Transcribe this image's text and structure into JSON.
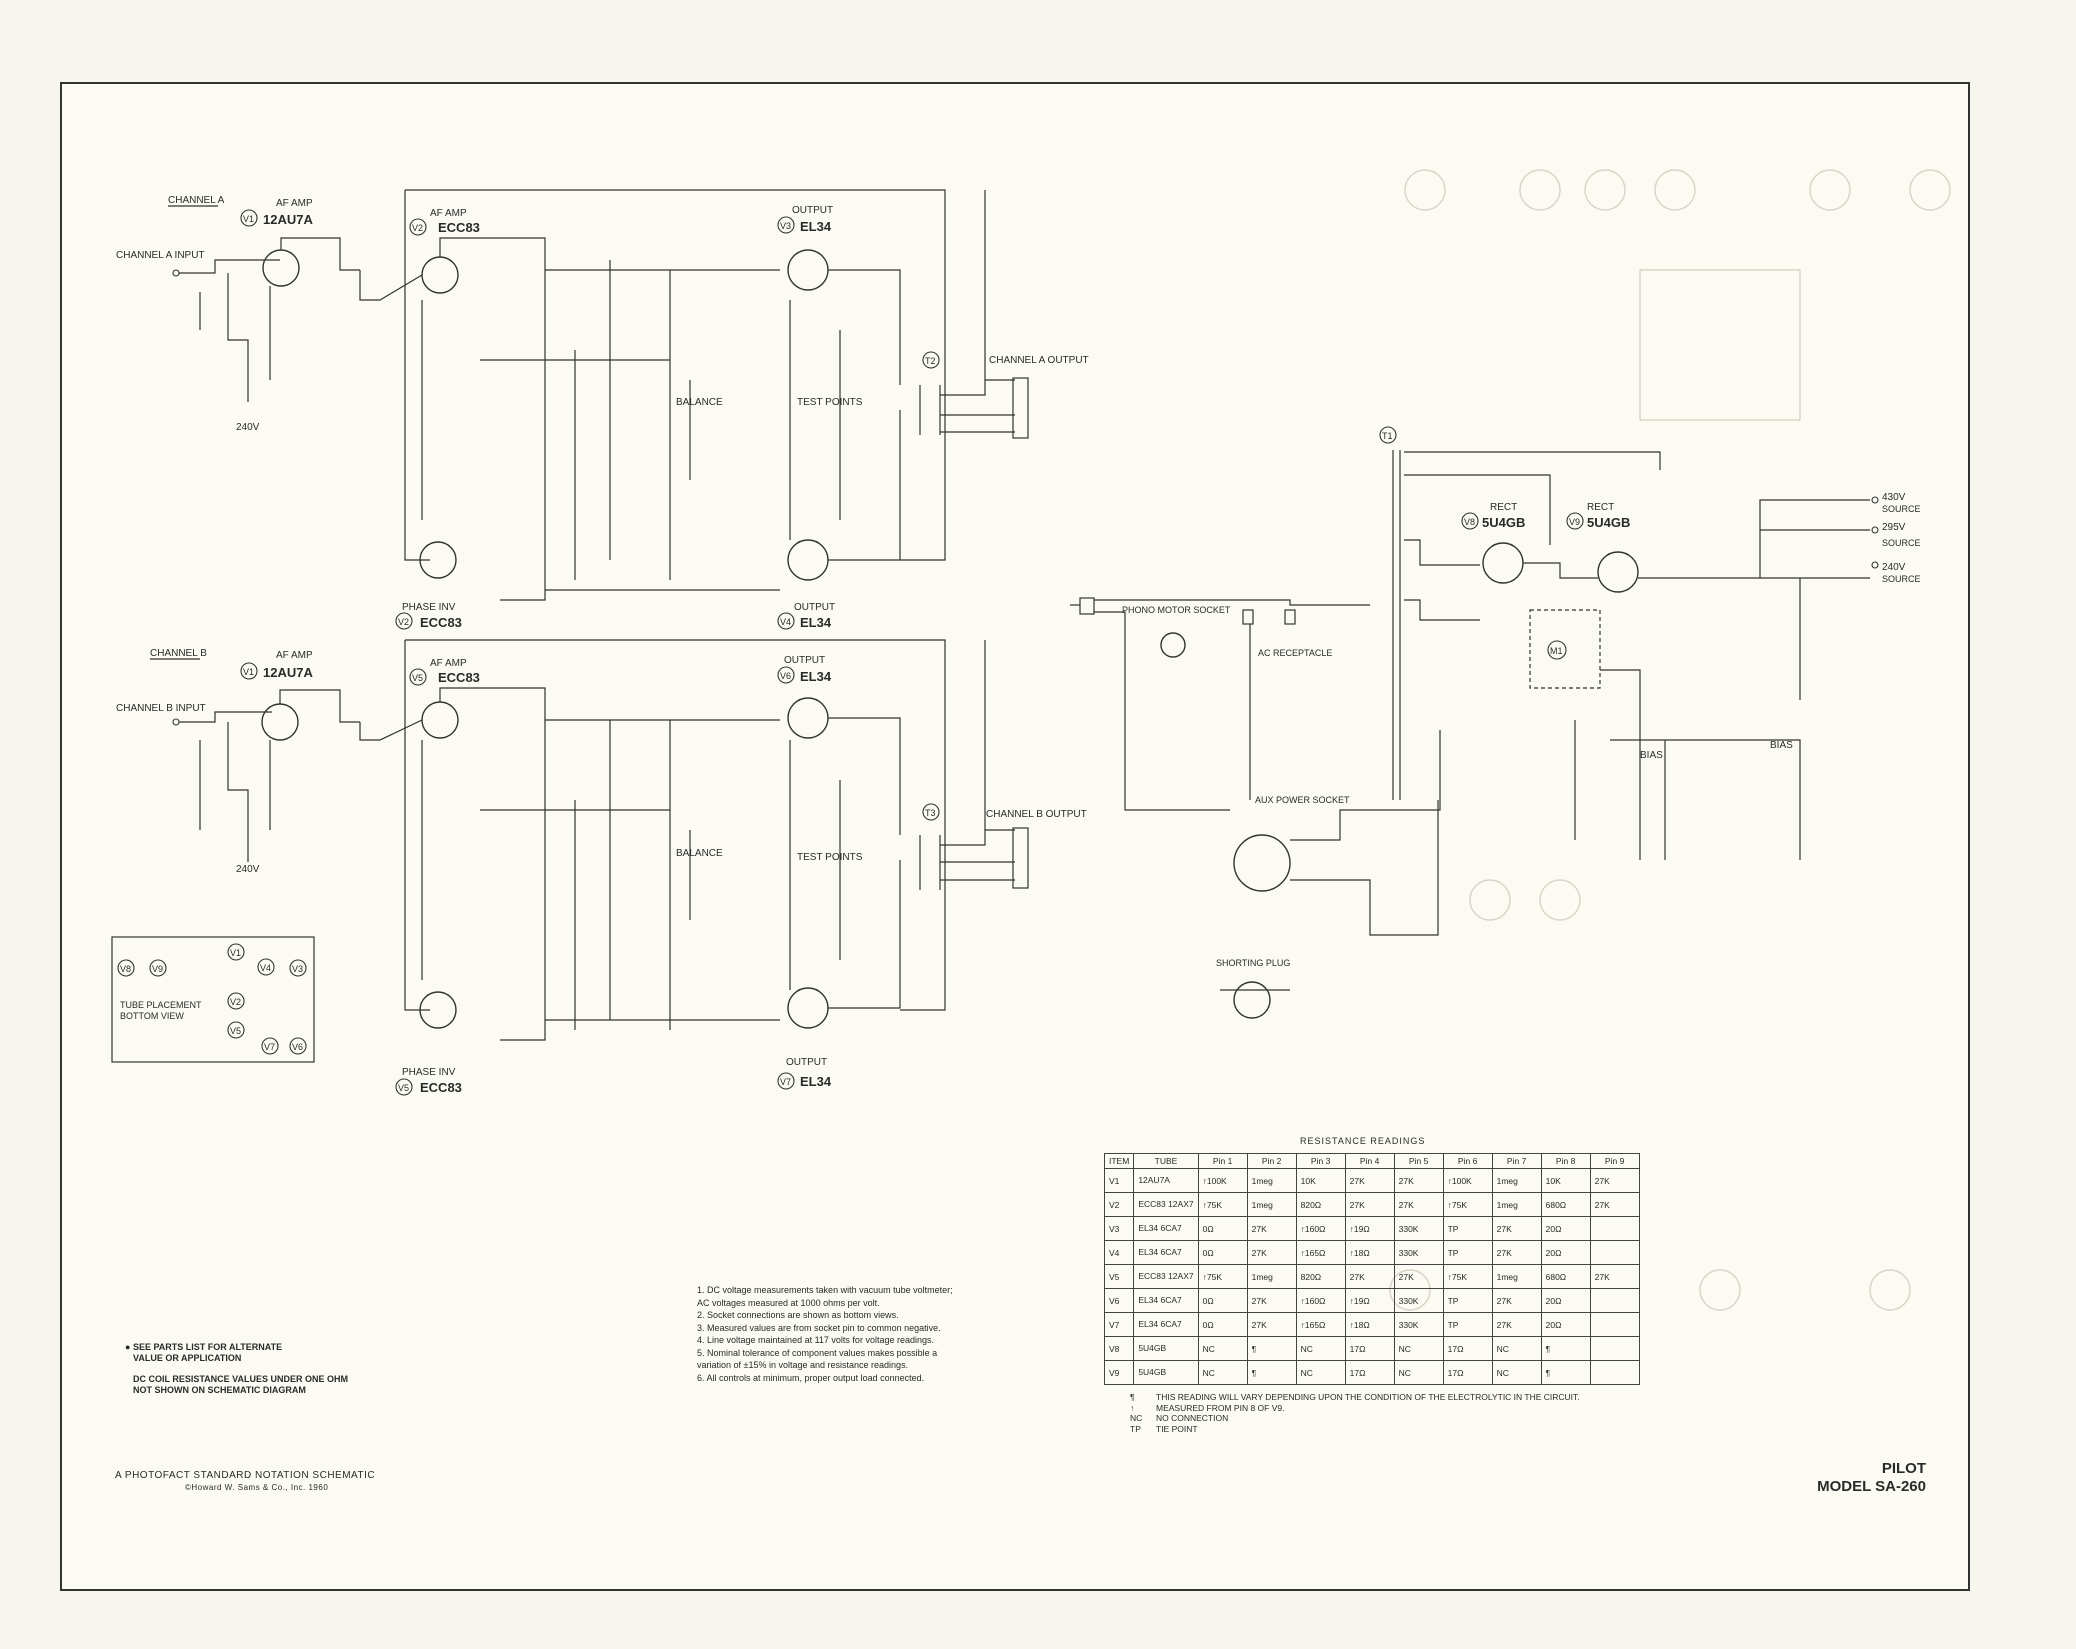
{
  "labels": {
    "channel_a": "CHANNEL A",
    "channel_b": "CHANNEL B",
    "channel_a_input": "CHANNEL A INPUT",
    "channel_b_input": "CHANNEL B INPUT",
    "channel_a_output": "CHANNEL A OUTPUT",
    "channel_b_output": "CHANNEL B OUTPUT",
    "af_amp": "AF AMP",
    "phase_inv": "PHASE INV",
    "output": "OUTPUT",
    "balance": "BALANCE",
    "test_points": "TEST POINTS",
    "rect": "RECT",
    "phono_motor_socket": "PHONO MOTOR SOCKET",
    "ac_receptacle": "AC RECEPTACLE",
    "aux_power_socket": "AUX POWER SOCKET",
    "shorting_plug": "SHORTING PLUG",
    "bias": "BIAS",
    "tube_placement": "TUBE PLACEMENT",
    "bottom_view": "BOTTOM VIEW"
  },
  "tubes": {
    "v1": "12AU7A",
    "v2": "ECC83",
    "v3": "EL34",
    "v4": "EL34",
    "v5": "ECC83",
    "v6": "EL34",
    "v7": "EL34",
    "v8": "5U4GB",
    "v9": "5U4GB"
  },
  "sources": [
    {
      "voltage": "430V",
      "label": "SOURCE"
    },
    {
      "voltage": "295V",
      "label": "SOURCE"
    },
    {
      "voltage": "240V",
      "label": "SOURCE"
    }
  ],
  "tube_placement": [
    "V8",
    "V9",
    "V1",
    "V4",
    "V3",
    "V2",
    "V5",
    "V7",
    "V6"
  ],
  "notes": [
    "1.  DC voltage measurements taken with vacuum tube voltmeter;",
    "     AC voltages measured at 1000 ohms per volt.",
    "2.  Socket connections are shown as bottom views.",
    "3.  Measured values are from socket pin to common negative.",
    "4.  Line voltage maintained at 117 volts for voltage readings.",
    "5.  Nominal tolerance of component values makes possible a",
    "     variation of ±15% in voltage and resistance readings.",
    "6.  All controls at minimum, proper output load connected."
  ],
  "parts_note": {
    "line1": "SEE PARTS LIST FOR ALTERNATE",
    "line2": "VALUE OR APPLICATION",
    "line3": "DC COIL RESISTANCE VALUES UNDER ONE OHM",
    "line4": "NOT SHOWN ON SCHEMATIC DIAGRAM"
  },
  "footer": {
    "title": "A PHOTOFACT STANDARD NOTATION SCHEMATIC",
    "copyright": "©Howard W. Sams & Co., Inc. 1960"
  },
  "model": {
    "brand": "PILOT",
    "name": "MODEL SA-260"
  },
  "resistance": {
    "title": "RESISTANCE READINGS",
    "headers": [
      "ITEM",
      "TUBE",
      "Pin 1",
      "Pin 2",
      "Pin 3",
      "Pin 4",
      "Pin 5",
      "Pin 6",
      "Pin 7",
      "Pin 8",
      "Pin 9"
    ],
    "rows": [
      [
        "V1",
        "12AU7A",
        "↑100K",
        "1meg",
        "10K",
        "27K",
        "27K",
        "↑100K",
        "1meg",
        "10K",
        "27K"
      ],
      [
        "V2",
        "ECC83 12AX7",
        "↑75K",
        "1meg",
        "820Ω",
        "27K",
        "27K",
        "↑75K",
        "1meg",
        "680Ω",
        "27K"
      ],
      [
        "V3",
        "EL34 6CA7",
        "0Ω",
        "27K",
        "↑160Ω",
        "↑19Ω",
        "330K",
        "TP",
        "27K",
        "20Ω",
        ""
      ],
      [
        "V4",
        "EL34 6CA7",
        "0Ω",
        "27K",
        "↑165Ω",
        "↑18Ω",
        "330K",
        "TP",
        "27K",
        "20Ω",
        ""
      ],
      [
        "V5",
        "ECC83 12AX7",
        "↑75K",
        "1meg",
        "820Ω",
        "27K",
        "27K",
        "↑75K",
        "1meg",
        "680Ω",
        "27K"
      ],
      [
        "V6",
        "EL34 6CA7",
        "0Ω",
        "27K",
        "↑160Ω",
        "↑19Ω",
        "330K",
        "TP",
        "27K",
        "20Ω",
        ""
      ],
      [
        "V7",
        "EL34 6CA7",
        "0Ω",
        "27K",
        "↑165Ω",
        "↑18Ω",
        "330K",
        "TP",
        "27K",
        "20Ω",
        ""
      ],
      [
        "V8",
        "5U4GB",
        "NC",
        "¶",
        "NC",
        "17Ω",
        "NC",
        "17Ω",
        "NC",
        "¶",
        ""
      ],
      [
        "V9",
        "5U4GB",
        "NC",
        "¶",
        "NC",
        "17Ω",
        "NC",
        "17Ω",
        "NC",
        "¶",
        ""
      ]
    ],
    "legend": [
      [
        "¶",
        "THIS READING WILL VARY DEPENDING UPON THE CONDITION OF THE ELECTROLYTIC IN THE CIRCUIT."
      ],
      [
        "↑",
        "MEASURED FROM PIN 8 OF V9."
      ],
      [
        "NC",
        "NO CONNECTION"
      ],
      [
        "TP",
        "TIE POINT"
      ]
    ]
  }
}
